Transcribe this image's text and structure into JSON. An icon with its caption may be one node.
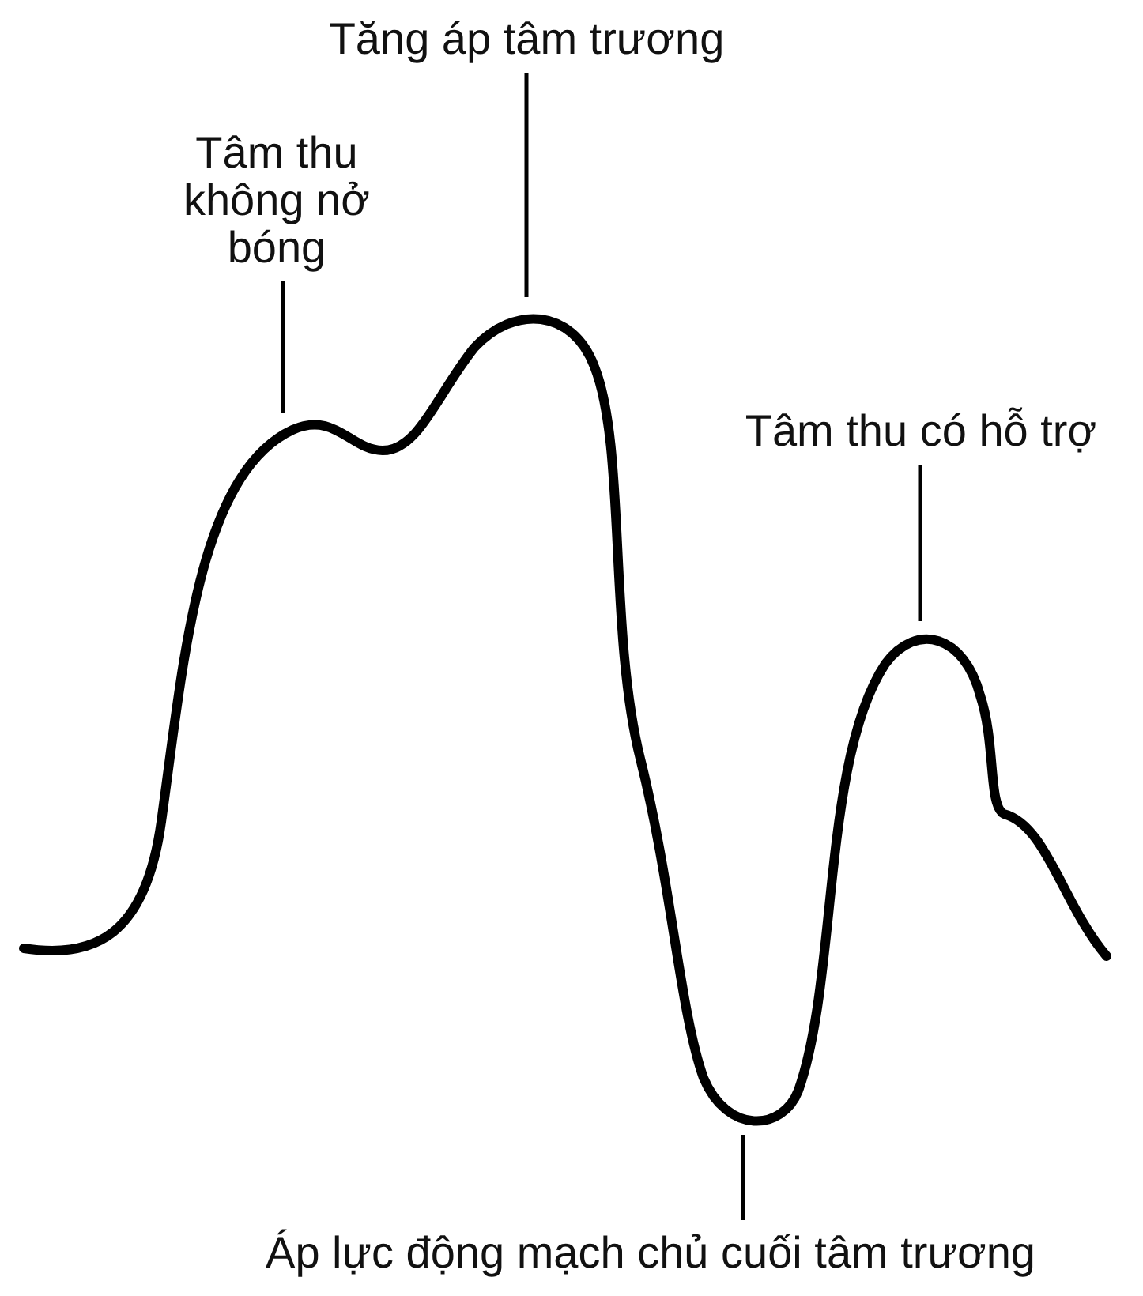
{
  "diagram": {
    "nodes": [
      {
        "text": [
          "Tăng áp tâm trương"
        ]
      },
      {
        "text": [
          "Tâm thu không nở bóng"
        ]
      },
      {
        "text": [
          "Tâm thu có hỗ trợ"
        ]
      },
      {
        "text": [
          "Áp lực động mạch chủ cuối tâm trương"
        ]
      }
    ],
    "edges": [
      {
        "from": 0,
        "to": null,
        "arrow": "none"
      },
      {
        "from": 1,
        "to": null,
        "arrow": "none"
      },
      {
        "from": 2,
        "to": null,
        "arrow": "none"
      },
      {
        "from": 3,
        "to": null,
        "arrow": "none"
      }
    ]
  }
}
